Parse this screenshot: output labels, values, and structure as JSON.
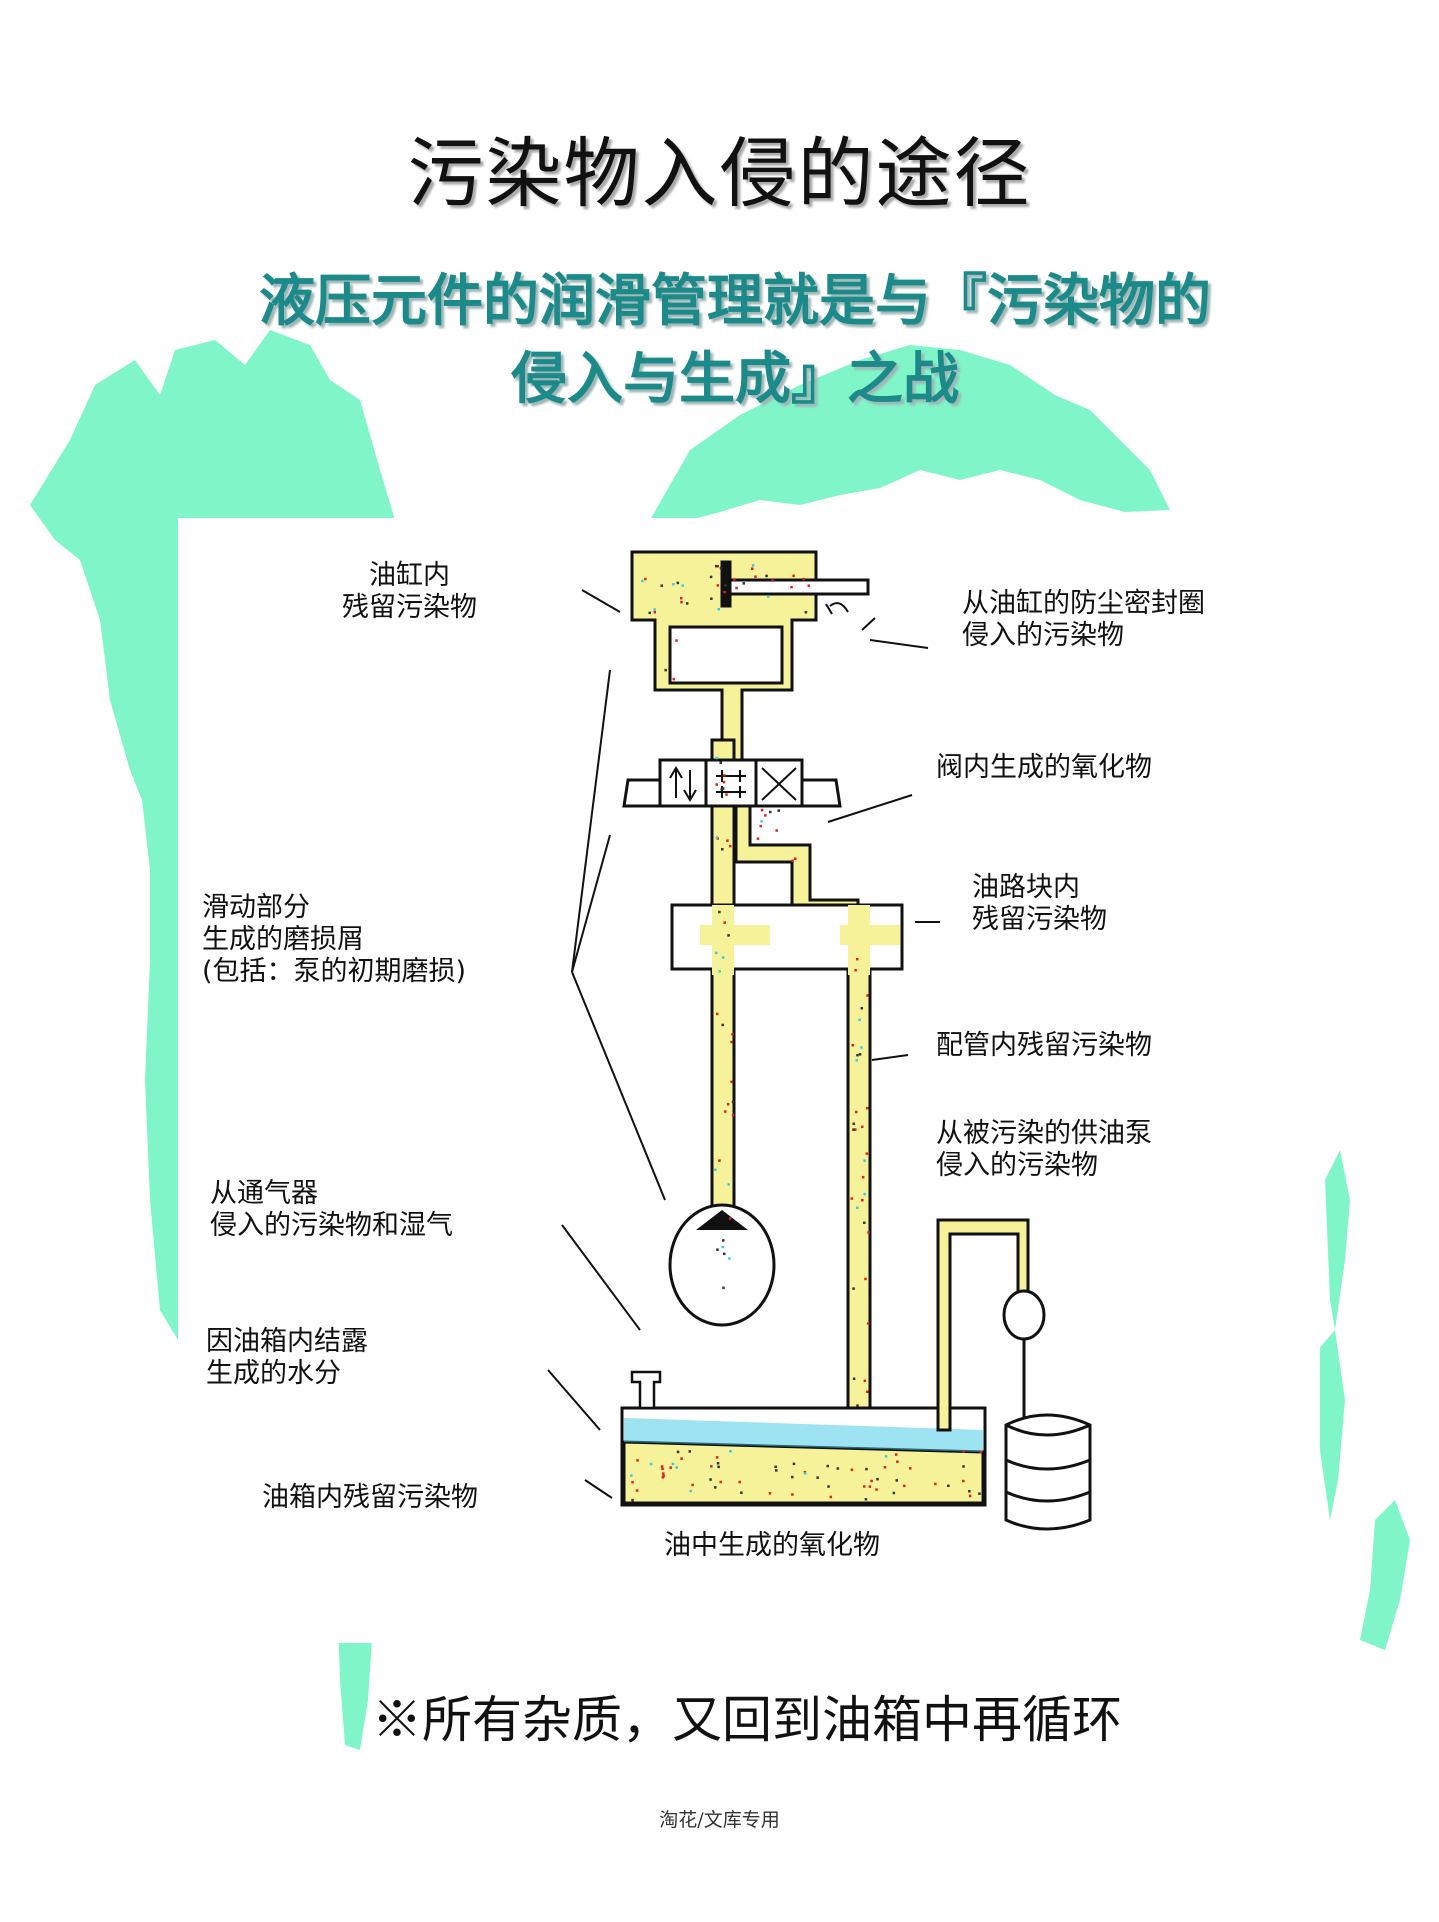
{
  "page": {
    "title": "污染物入侵的途径",
    "subtitle_line1": "液压元件的润滑管理就是与『污染物的",
    "subtitle_line2": "侵入与生成』之战",
    "footer_note": "※所有杂质，又回到油箱中再循环",
    "credit": "淘花/文库专用"
  },
  "colors": {
    "map_green": "#7ff5c8",
    "oil_yellow": "#f6f29a",
    "subtitle_teal": "#1d8a8a",
    "contaminant_red": "#e02020",
    "water_cyan": "#3ec7e6"
  },
  "labels": {
    "cylinder_residue": "油缸内\n残留污染物",
    "dust_seal": "从油缸的防尘密封圈\n侵入的污染物",
    "valve_oxide": "阀内生成的氧化物",
    "block_residue": "油路块内\n残留污染物",
    "sliding_wear": "滑动部分\n生成的磨损屑\n(包括：泵的初期磨损)",
    "pipe_residue": "配管内残留污染物",
    "supply_pump": "从被污染的供油泵\n侵入的污染物",
    "breather": "从通气器\n侵入的污染物和湿气",
    "condensation": "因油箱内结露\n生成的水分",
    "tank_residue": "油箱内残留污染物",
    "oil_oxide": "油中生成的氧化物"
  },
  "icons": {
    "pump": "pump-icon",
    "valve": "valve-icon",
    "barrel": "barrel-icon",
    "breather": "breather-icon"
  }
}
